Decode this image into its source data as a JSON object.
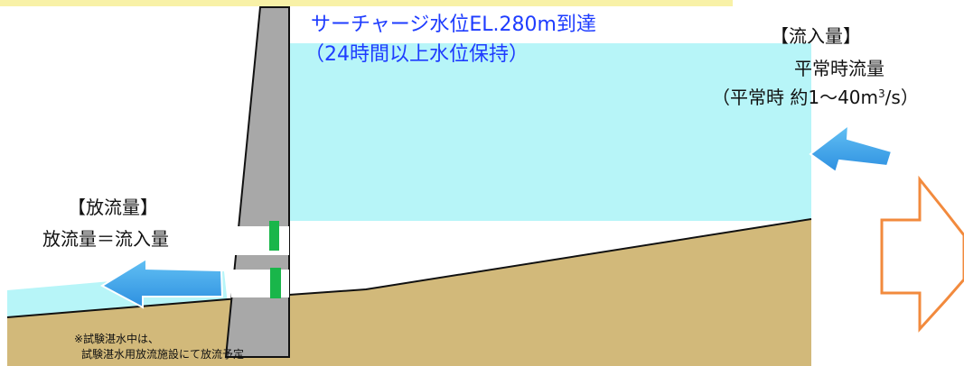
{
  "diagram": {
    "surcharge_label_line1": "サーチャージ水位EL.280m到達",
    "surcharge_label_line2": "（24時間以上水位保持）",
    "inflow_title": "【流入量】",
    "inflow_desc": "平常時流量",
    "inflow_detail_prefix": "（平常時 約1～40m",
    "inflow_detail_sup": "3",
    "inflow_detail_suffix": "/s）",
    "outflow_title": "【放流量】",
    "outflow_desc": "放流量＝流入量",
    "note_line1": "※試験湛水中は、",
    "note_line2": "試験湛水用放流施設にて放流予定"
  },
  "colors": {
    "water": "#b7f5f8",
    "ground": "#d2b97a",
    "dam": "#a8a8a8",
    "gate": "#19b64a",
    "arrow": "#2f9fe8",
    "outline_arrow": "#f28a3d",
    "top_bar": "#f8f1a7",
    "blue_text": "#1e3cff"
  }
}
